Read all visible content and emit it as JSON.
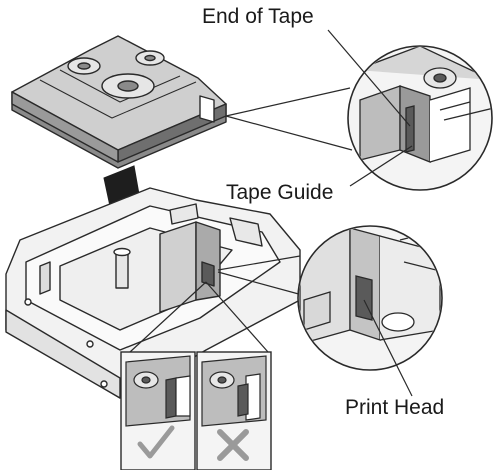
{
  "labels": {
    "end_of_tape": "End of Tape",
    "tape_guide": "Tape Guide",
    "print_head": "Print Head"
  },
  "icons": {
    "correct": "check-mark-icon",
    "incorrect": "x-mark-icon"
  },
  "colors": {
    "line": "#2a2a2a",
    "fill_light": "#f4f4f4",
    "fill_mid": "#bdbdbd",
    "fill_dark": "#5a5a5a",
    "mark": "#9a9a9a",
    "arrow": "#1e1e1e"
  }
}
